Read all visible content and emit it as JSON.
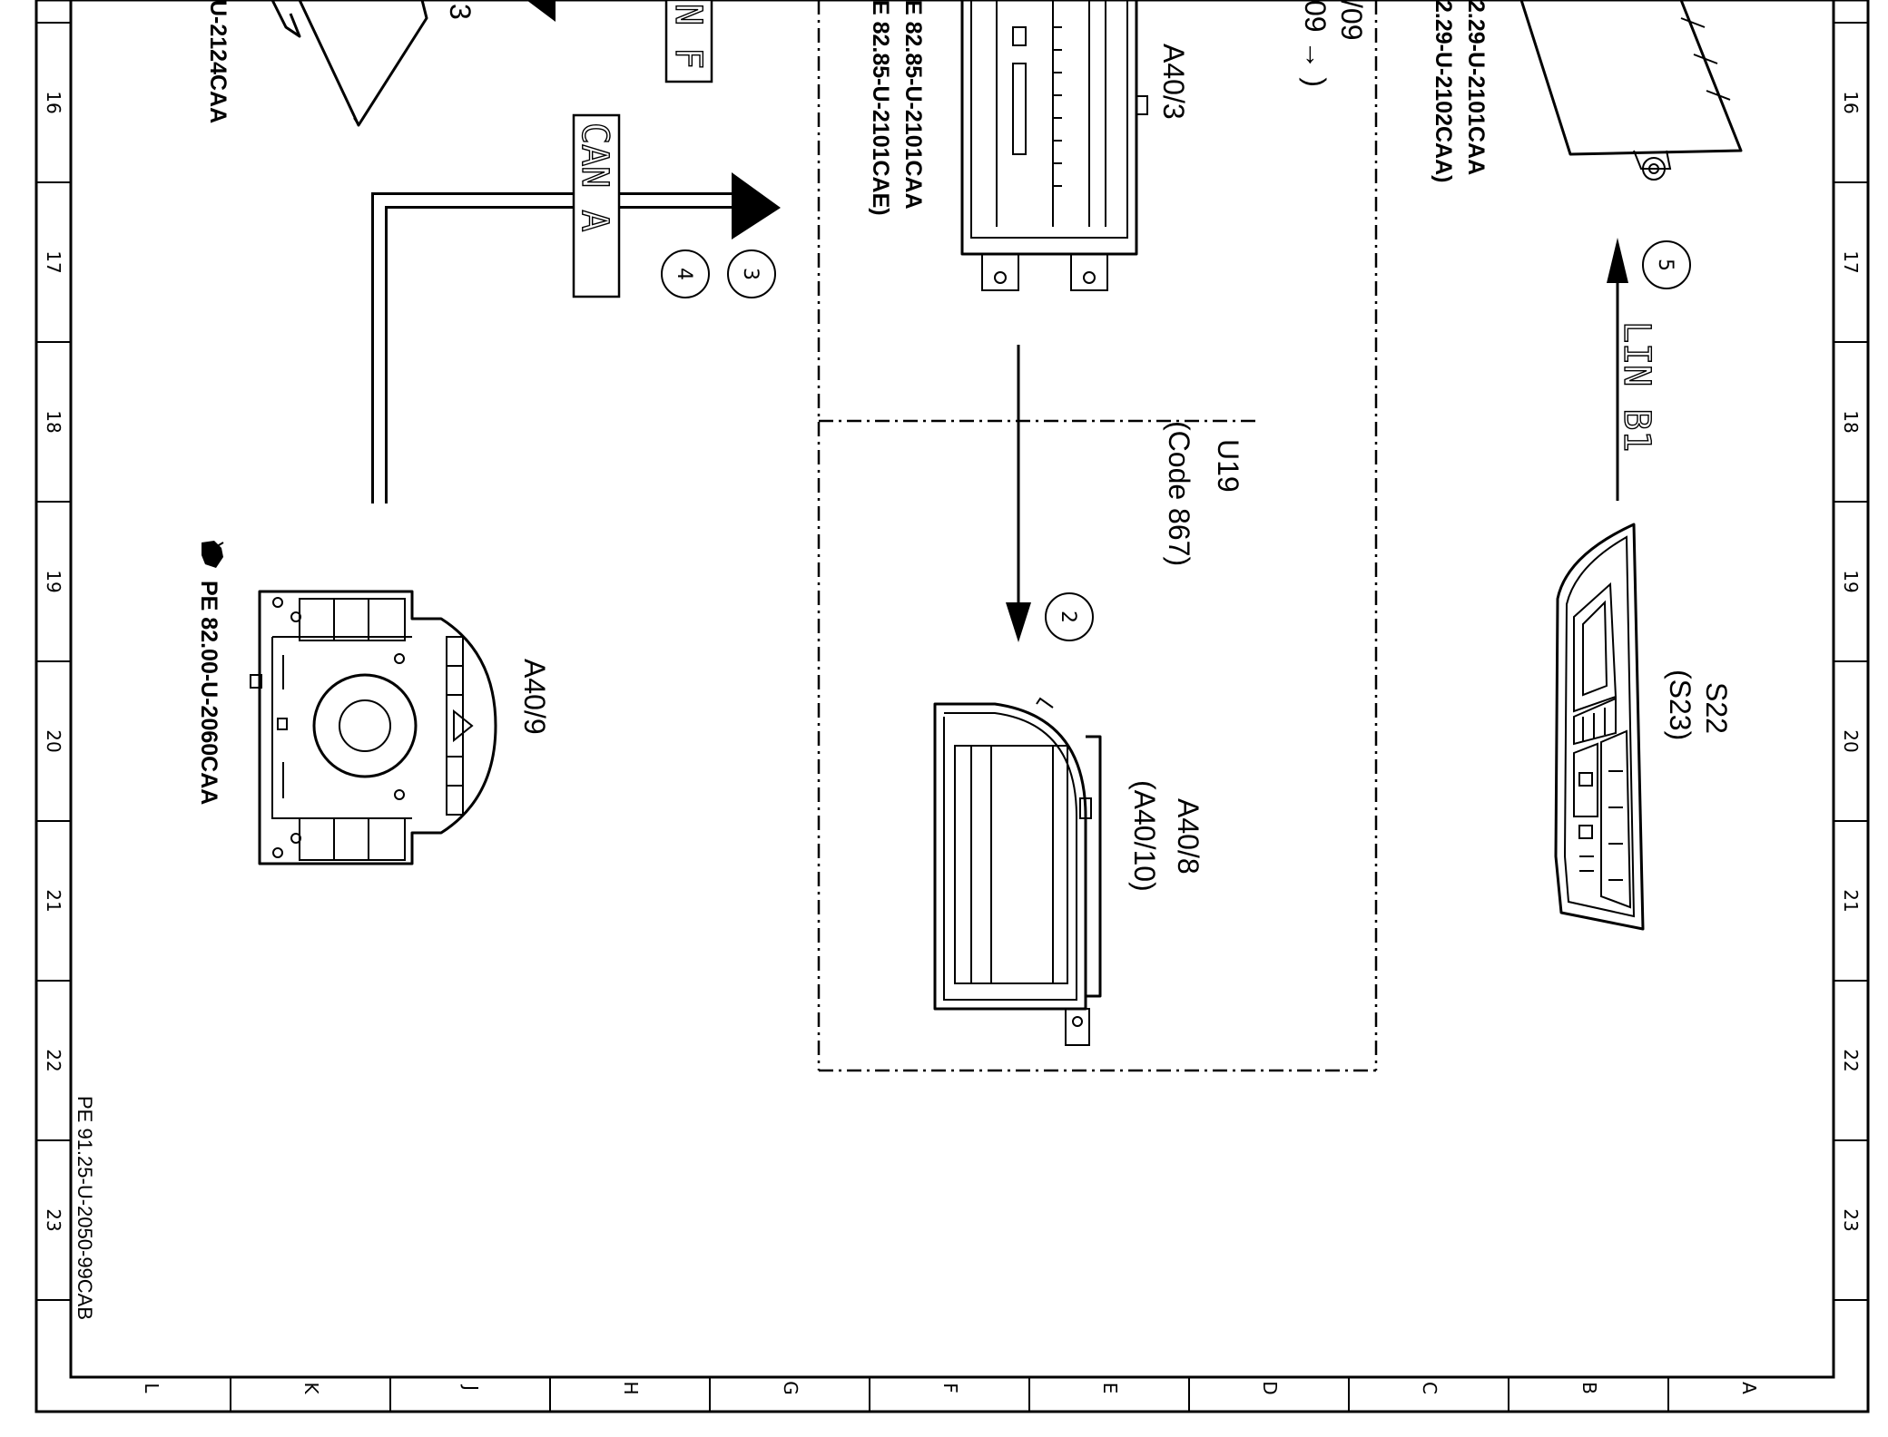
{
  "frame": {
    "row_numbers": [
      "16",
      "17",
      "18",
      "19",
      "20",
      "21",
      "22",
      "23"
    ],
    "column_letters": [
      "L",
      "K",
      "J",
      "H",
      "G",
      "F",
      "E",
      "D",
      "C",
      "B",
      "A"
    ],
    "drawing_id": "PE 91.25-U-2050-99CAB"
  },
  "labels": {
    "top_left_ref": "U-2124CAA",
    "top_left_fragment": "3",
    "bus_top_fragment": "N F",
    "a40_3_name": "A40/3",
    "a40_3_ref1": "E  82.85-U-2101CAA",
    "a40_3_ref2": "E  82.85-U-2101CAE)",
    "frag_09a": "/09",
    "frag_09b": "09 → )",
    "top_right_ref1": "2.29-U-2101CAA",
    "top_right_ref2": "2.29-U-2102CAA)",
    "can_a": "CAN A",
    "circle_3": "3",
    "circle_4": "4",
    "circle_5": "5",
    "circle_2": "2",
    "lin_b1": "LIN B1",
    "u19": "U19",
    "code_867": "(Code  867)",
    "a40_9_name": "A40/9",
    "a40_9_ref": "PE  82.00-U-2060CAA",
    "s22": "S22",
    "s23": "(S23)",
    "a40_8": "A40/8",
    "a40_10": "(A40/10)"
  },
  "icons": {
    "hand_pointer": "hand-pointer-icon"
  }
}
